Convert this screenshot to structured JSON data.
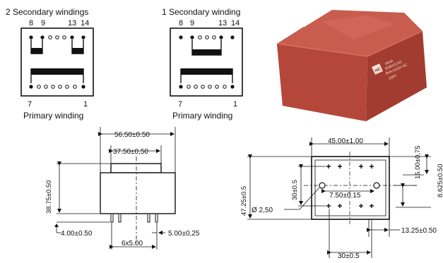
{
  "schematic_two": {
    "title": "2 Secondary windings",
    "pins_top": [
      "8",
      "9",
      "13",
      "14"
    ],
    "pins_bottom": [
      "7",
      "1"
    ],
    "caption": "Primary winding"
  },
  "schematic_one": {
    "title": "1 Secondary winding",
    "pins_top": [
      "8",
      "9",
      "13",
      "14"
    ],
    "pins_bottom": [
      "7",
      "1"
    ],
    "caption": "Primary winding"
  },
  "photo": {
    "logo": "HC",
    "label_lines": [
      "block",
      "EI30/15,5/1",
      "8VA 2x15V AC",
      "230V"
    ]
  },
  "side_view": {
    "width_total": "56.50±0.50",
    "width_top": "37.50±0,50",
    "height": "38.75±0.50",
    "pin_length": "4.00±0.50",
    "pin_spacing": "6x5.00",
    "pin_diameter": "5.00±0,25"
  },
  "footprint": {
    "width": "45.00±1.00",
    "height_total": "47.25±0.5",
    "offset_top": "15.00±0,75",
    "offset_right": "8.625±0.50",
    "pin_row": "30±0.5",
    "hole_spacing": "7.50±0.15",
    "hole_diameter": "Ø 2,50",
    "offset_bottom": "13.25±0.50",
    "pin_col": "30±0.5"
  },
  "colors": {
    "ink": "#111111",
    "photo_body": "#b5473a",
    "photo_top": "#c85d4e",
    "photo_shadow": "#8e3027",
    "background": "#ffffff"
  }
}
